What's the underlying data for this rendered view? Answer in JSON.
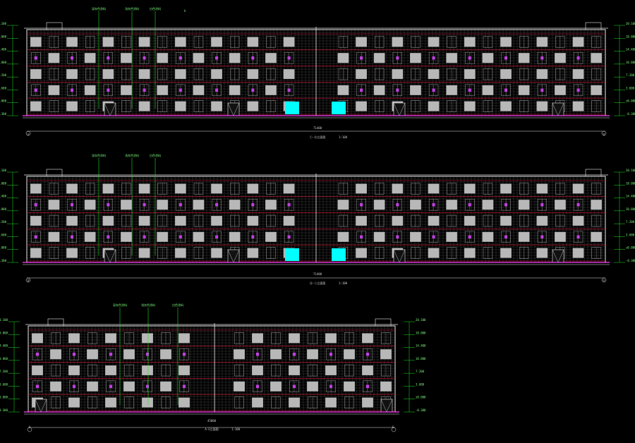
{
  "drawing": {
    "background": "#000000",
    "colors": {
      "outline": "#e8e8e8",
      "floor_line": "#d01030",
      "facade_grid": "#5a5a5a",
      "window_frame": "#a0a0a0",
      "window_fill": "#b8b8b8",
      "pier_fill": "#8a8a8a",
      "glass_accent": "#c040e0",
      "leader": "#20e020",
      "highlight_box": "#00ffff",
      "ground": "#ff40ff",
      "text": "#d0d0d0"
    },
    "elevations": [
      {
        "id": "elevation-1",
        "title": "①-⑬立面图",
        "scale": "1:100",
        "floors": 5,
        "length_label": "71400",
        "grid_axis_start": "①",
        "grid_axis_end": "⑬",
        "level_labels": [
          "20.100",
          "18.000",
          "14.400",
          "10.800",
          "7.200",
          "3.600",
          "±0.000",
          "-0.300"
        ],
        "callouts": [
          "深灰色涂料",
          "浅灰色涂料",
          "白色涂料",
          "A"
        ]
      },
      {
        "id": "elevation-2",
        "title": "⑬-①立面图",
        "scale": "1:100",
        "floors": 5,
        "length_label": "71400",
        "grid_axis_start": "⑬",
        "grid_axis_end": "①",
        "level_labels": [
          "20.100",
          "18.000",
          "14.400",
          "10.800",
          "7.200",
          "3.600",
          "±0.000",
          "-0.300"
        ],
        "callouts": [
          "深灰色涂料",
          "浅灰色涂料",
          "白色涂料"
        ]
      },
      {
        "id": "elevation-3",
        "title": "A-G立面图",
        "scale": "1:100",
        "floors": 5,
        "length_label": "45000",
        "grid_axis_start": "A",
        "grid_axis_end": "G",
        "level_labels": [
          "20.100",
          "18.000",
          "14.400",
          "10.800",
          "7.200",
          "3.600",
          "±0.000",
          "-0.300"
        ],
        "callouts": [
          "深灰色涂料",
          "浅灰色涂料",
          "白色涂料"
        ]
      }
    ]
  }
}
